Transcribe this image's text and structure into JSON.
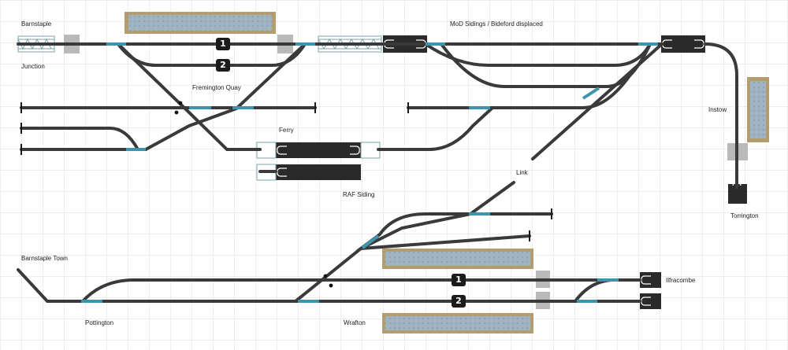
{
  "labels": {
    "barnstaple": "Barnstaple",
    "junction": "Junction",
    "fremington_quay": "Fremington Quay",
    "mod_sidings": "MoD Sidings / Bideford displaced",
    "instow": "Instow",
    "ferry": "Ferry",
    "raf_siding": "RAF Siding",
    "link": "Link",
    "torrington": "Torrington",
    "barnstaple_town": "Barnstaple Town",
    "pottington": "Pottington",
    "wrafton": "Wrafton",
    "ilfracombe": "Ilfracombe"
  },
  "platform_numbers": {
    "upper_1": "1",
    "upper_2": "2",
    "lower_1": "1",
    "lower_2": "2"
  },
  "colors": {
    "track": "#3a3a3a",
    "switch": "#3e93ad",
    "grid": "#dcdcdc",
    "platform_fill": "#9fb3c2",
    "platform_edge": "#b39c6e",
    "tunnel": "#2a2a2a"
  }
}
